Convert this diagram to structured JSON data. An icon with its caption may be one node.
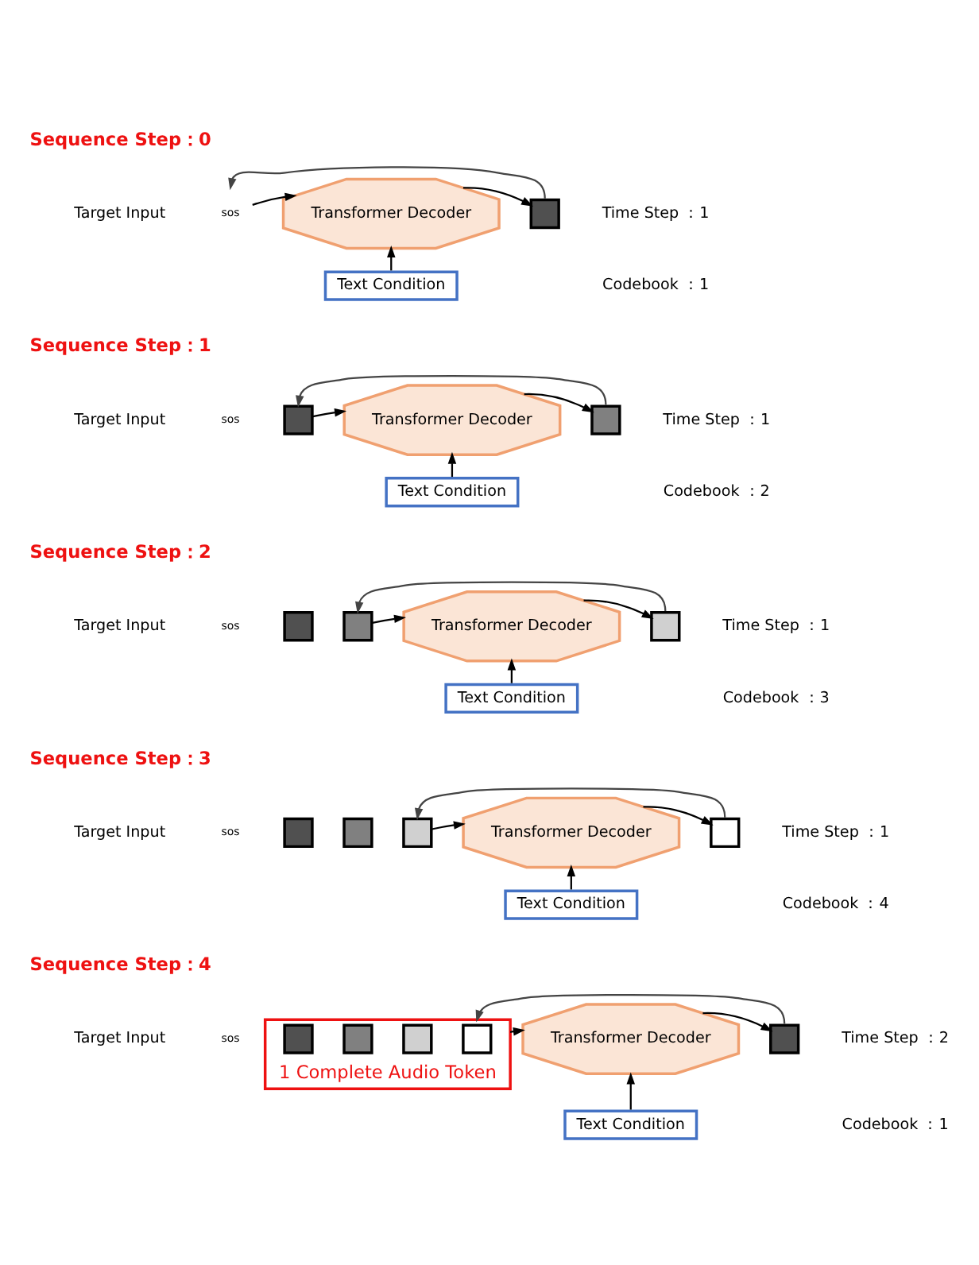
{
  "diagram": {
    "nodes": [
      {
        "text": [
          "sos"
        ]
      },
      {
        "text": [
          "Transformer Decoder"
        ]
      },
      {
        "text": [],
        "shape": "box"
      },
      {
        "text": [
          "Text Condition"
        ]
      },
      {
        "text": [],
        "shape": "box"
      },
      {
        "text": [
          "Transformer Decoder"
        ]
      },
      {
        "text": [],
        "shape": "box"
      },
      {
        "text": [
          "Text Condition"
        ]
      },
      {
        "text": [],
        "shape": "box"
      },
      {
        "text": [],
        "shape": "box"
      },
      {
        "text": [
          "Transformer Decoder"
        ]
      },
      {
        "text": [],
        "shape": "box"
      },
      {
        "text": [
          "Text Condition"
        ]
      },
      {
        "text": [],
        "shape": "box"
      },
      {
        "text": [],
        "shape": "box"
      },
      {
        "text": [],
        "shape": "box"
      },
      {
        "text": [
          "Transformer Decoder"
        ]
      },
      {
        "text": [],
        "shape": "box"
      },
      {
        "text": [
          "Text Condition"
        ]
      },
      {
        "text": [],
        "shape": "box",
        "beside": [
          "1 Complete Audio Token"
        ]
      },
      {
        "text": [],
        "shape": "box",
        "in": 19
      },
      {
        "text": [],
        "shape": "box",
        "in": 19
      },
      {
        "text": [],
        "shape": "box",
        "in": 19
      },
      {
        "text": [],
        "shape": "box",
        "in": 19
      },
      {
        "text": [
          "Transformer Decoder"
        ]
      },
      {
        "text": [],
        "shape": "box"
      },
      {
        "text": [
          "Text Condition"
        ]
      }
    ],
    "edges": [
      {
        "from": 0,
        "to": 1,
        "arrow": "to"
      },
      {
        "from": 1,
        "to": 2,
        "arrow": "to"
      },
      {
        "from": 3,
        "to": 1,
        "arrow": "to"
      },
      {
        "from": 2,
        "to": 0,
        "arrow": "to"
      },
      {
        "from": 4,
        "to": 5,
        "arrow": "to"
      },
      {
        "from": 5,
        "to": 6,
        "arrow": "to"
      },
      {
        "from": 7,
        "to": 5,
        "arrow": "to"
      },
      {
        "from": 6,
        "to": 4,
        "arrow": "to"
      },
      {
        "from": 9,
        "to": 10,
        "arrow": "to"
      },
      {
        "from": 10,
        "to": 11,
        "arrow": "to"
      },
      {
        "from": 12,
        "to": 10,
        "arrow": "to"
      },
      {
        "from": 11,
        "to": 9,
        "arrow": "to"
      },
      {
        "from": 15,
        "to": 16,
        "arrow": "to"
      },
      {
        "from": 16,
        "to": 17,
        "arrow": "to"
      },
      {
        "from": 18,
        "to": 16,
        "arrow": "to"
      },
      {
        "from": 17,
        "to": 15,
        "arrow": "to"
      },
      {
        "from": 19,
        "to": 24,
        "arrow": "to"
      },
      {
        "from": 24,
        "to": 25,
        "arrow": "to"
      },
      {
        "from": 26,
        "to": 24,
        "arrow": "to"
      },
      {
        "from": 25,
        "to": 19,
        "arrow": "to"
      }
    ],
    "labels": [
      "Sequence Step：0",
      "Target Input",
      "Time Step ：1",
      "Codebook ：1",
      "Sequence Step：1",
      "Target Input",
      "sos",
      "Time Step ：1",
      "Codebook ：2",
      "Sequence Step：2",
      "Target Input",
      "sos",
      "Time Step ：1",
      "Codebook ：3",
      "Sequence Step：3",
      "Target Input",
      "sos",
      "Time Step ：1",
      "Codebook ：4",
      "Sequence Step：4",
      "Target Input",
      "sos",
      "Time Step ：2",
      "Codebook ：1"
    ]
  }
}
